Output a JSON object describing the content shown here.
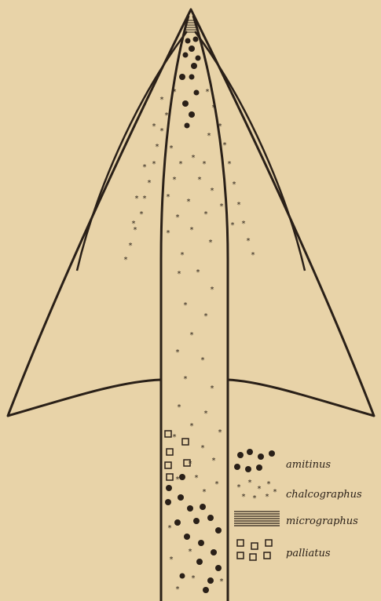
{
  "figure": {
    "background": "#e8d3a8",
    "ink": "#2a2018"
  },
  "legend": [
    {
      "key": "amitinus",
      "symbol": "filled-circle",
      "label": "amitinus"
    },
    {
      "key": "chalcographus",
      "symbol": "star",
      "label": "chalcographus"
    },
    {
      "key": "micrographus",
      "symbol": "horizontal-hatch",
      "label": "micrographus"
    },
    {
      "key": "palliatus",
      "symbol": "open-square",
      "label": "palliatus"
    }
  ]
}
